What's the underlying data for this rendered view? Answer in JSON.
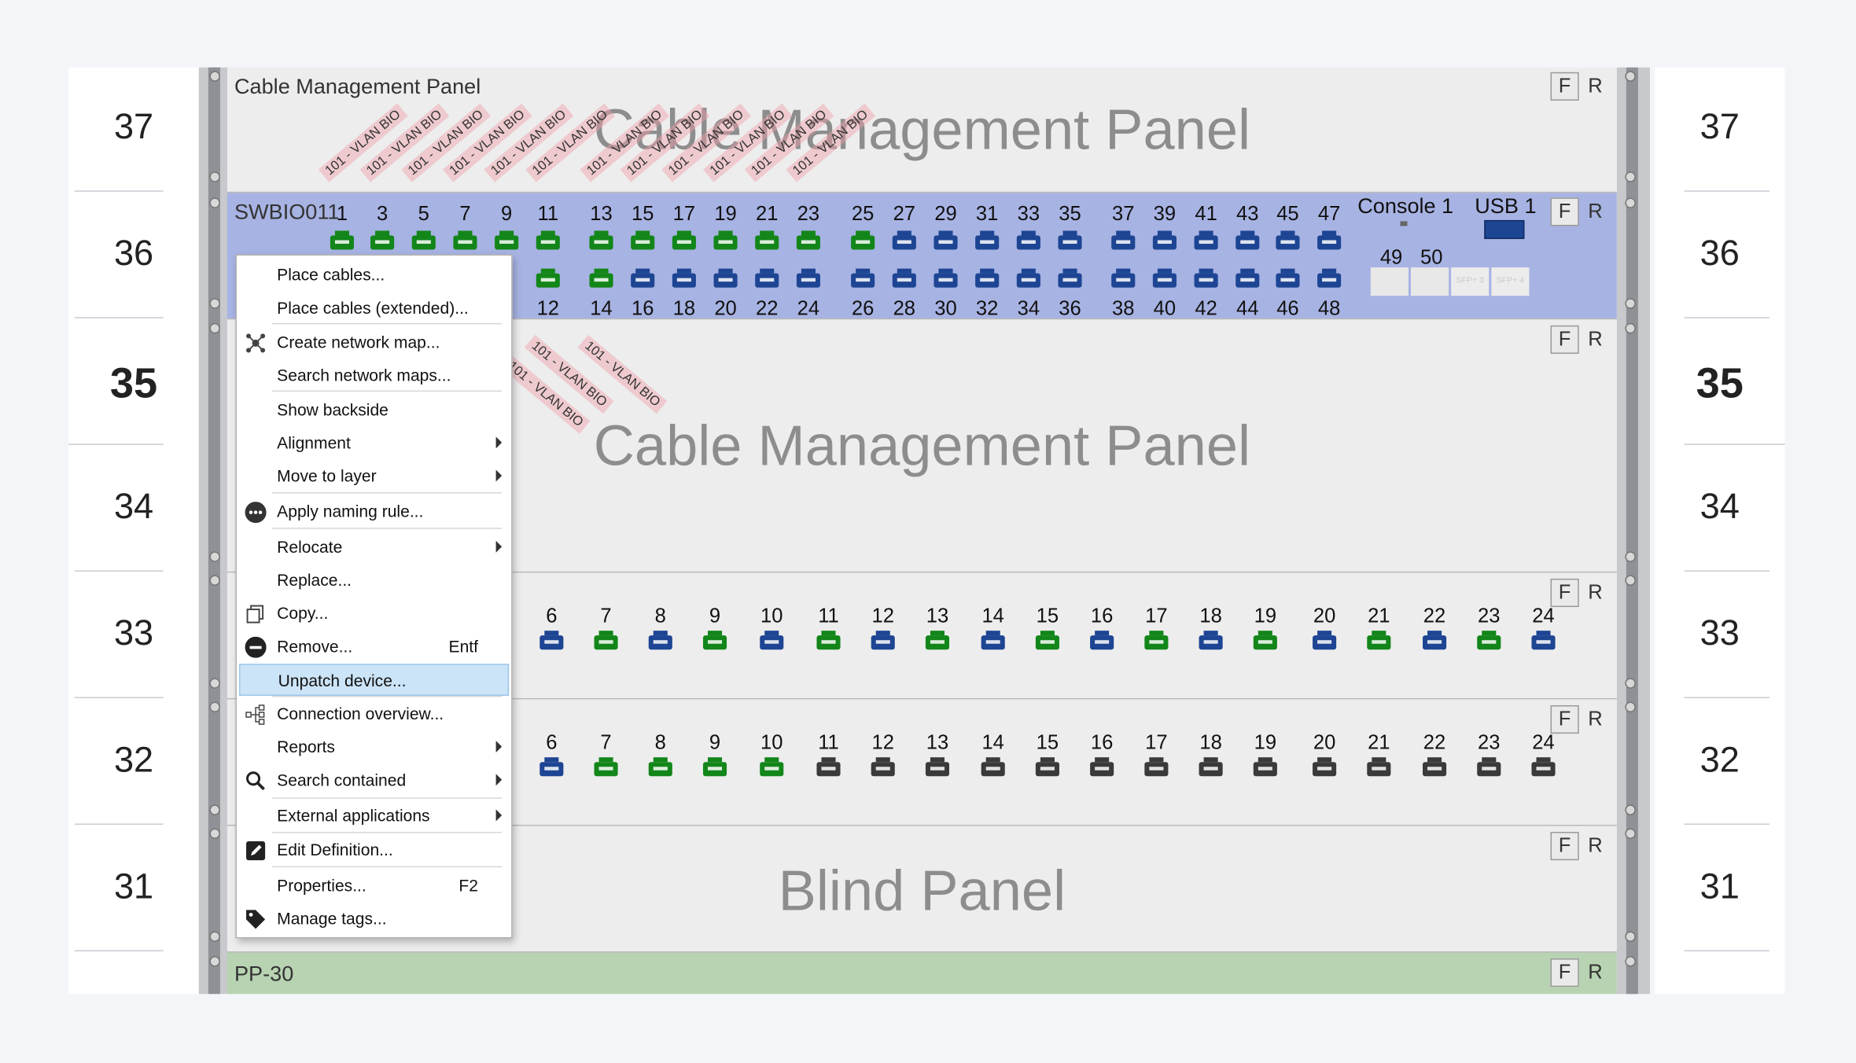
{
  "rack": {
    "units": [
      "37",
      "36",
      "35",
      "34",
      "33",
      "32",
      "31"
    ],
    "bold_unit": "35"
  },
  "devices": {
    "cmp_top": {
      "name": "Cable Management Panel",
      "big": "Cable Management Panel"
    },
    "switch": {
      "name": "SWBIO011",
      "console": "Console 1",
      "usb": "USB 1",
      "sfp": [
        "49",
        "50"
      ],
      "sfp_small": [
        "SFP+ 3",
        "SFP+ 4"
      ]
    },
    "cmp_mid": {
      "big": "Cable Management Panel"
    },
    "blind": {
      "big": "Blind Panel"
    },
    "pp30": {
      "name": "PP-30"
    },
    "face_front": "F",
    "face_rear": "R"
  },
  "vlan_tag": "101 - VLAN BIO",
  "switch_ports": {
    "top": [
      {
        "n": "1",
        "c": "green"
      },
      {
        "n": "3",
        "c": "green"
      },
      {
        "n": "5",
        "c": "green"
      },
      {
        "n": "7",
        "c": "green"
      },
      {
        "n": "9",
        "c": "green"
      },
      {
        "n": "11",
        "c": "green"
      },
      {
        "n": "13",
        "c": "green"
      },
      {
        "n": "15",
        "c": "green"
      },
      {
        "n": "17",
        "c": "green"
      },
      {
        "n": "19",
        "c": "green"
      },
      {
        "n": "21",
        "c": "green"
      },
      {
        "n": "23",
        "c": "green"
      },
      {
        "n": "25",
        "c": "green"
      },
      {
        "n": "27",
        "c": "blue"
      },
      {
        "n": "29",
        "c": "blue"
      },
      {
        "n": "31",
        "c": "blue"
      },
      {
        "n": "33",
        "c": "blue"
      },
      {
        "n": "35",
        "c": "blue"
      },
      {
        "n": "37",
        "c": "blue"
      },
      {
        "n": "39",
        "c": "blue"
      },
      {
        "n": "41",
        "c": "blue"
      },
      {
        "n": "43",
        "c": "blue"
      },
      {
        "n": "45",
        "c": "blue"
      },
      {
        "n": "47",
        "c": "blue"
      }
    ],
    "bottom": [
      {
        "n": "12",
        "c": "green"
      },
      {
        "n": "14",
        "c": "green"
      },
      {
        "n": "16",
        "c": "blue"
      },
      {
        "n": "18",
        "c": "blue"
      },
      {
        "n": "20",
        "c": "blue"
      },
      {
        "n": "22",
        "c": "blue"
      },
      {
        "n": "24",
        "c": "blue"
      },
      {
        "n": "26",
        "c": "blue"
      },
      {
        "n": "28",
        "c": "blue"
      },
      {
        "n": "30",
        "c": "blue"
      },
      {
        "n": "32",
        "c": "blue"
      },
      {
        "n": "34",
        "c": "blue"
      },
      {
        "n": "36",
        "c": "blue"
      },
      {
        "n": "38",
        "c": "blue"
      },
      {
        "n": "40",
        "c": "blue"
      },
      {
        "n": "42",
        "c": "blue"
      },
      {
        "n": "44",
        "c": "blue"
      },
      {
        "n": "46",
        "c": "blue"
      },
      {
        "n": "48",
        "c": "blue"
      }
    ]
  },
  "panel33_ports": [
    {
      "n": "6",
      "c": "blue"
    },
    {
      "n": "7",
      "c": "green"
    },
    {
      "n": "8",
      "c": "blue"
    },
    {
      "n": "9",
      "c": "green"
    },
    {
      "n": "10",
      "c": "blue"
    },
    {
      "n": "11",
      "c": "green"
    },
    {
      "n": "12",
      "c": "blue"
    },
    {
      "n": "13",
      "c": "green"
    },
    {
      "n": "14",
      "c": "blue"
    },
    {
      "n": "15",
      "c": "green"
    },
    {
      "n": "16",
      "c": "blue"
    },
    {
      "n": "17",
      "c": "green"
    },
    {
      "n": "18",
      "c": "blue"
    },
    {
      "n": "19",
      "c": "green"
    },
    {
      "n": "20",
      "c": "blue"
    },
    {
      "n": "21",
      "c": "green"
    },
    {
      "n": "22",
      "c": "blue"
    },
    {
      "n": "23",
      "c": "green"
    },
    {
      "n": "24",
      "c": "blue"
    }
  ],
  "panel32_ports": [
    {
      "n": "6",
      "c": "blue"
    },
    {
      "n": "7",
      "c": "green"
    },
    {
      "n": "8",
      "c": "green"
    },
    {
      "n": "9",
      "c": "green"
    },
    {
      "n": "10",
      "c": "green"
    },
    {
      "n": "11",
      "c": "gray"
    },
    {
      "n": "12",
      "c": "gray"
    },
    {
      "n": "13",
      "c": "gray"
    },
    {
      "n": "14",
      "c": "gray"
    },
    {
      "n": "15",
      "c": "gray"
    },
    {
      "n": "16",
      "c": "gray"
    },
    {
      "n": "17",
      "c": "gray"
    },
    {
      "n": "18",
      "c": "gray"
    },
    {
      "n": "19",
      "c": "gray"
    },
    {
      "n": "20",
      "c": "gray"
    },
    {
      "n": "21",
      "c": "gray"
    },
    {
      "n": "22",
      "c": "gray"
    },
    {
      "n": "23",
      "c": "gray"
    },
    {
      "n": "24",
      "c": "gray"
    }
  ],
  "colors": {
    "green": "#13861a",
    "blue": "#1d4593",
    "gray": "#3a3a3a",
    "switch_bg": "#a7b3e3",
    "pp_bg": "#b7d3b2",
    "highlight": "#cce4f7"
  },
  "menu": {
    "items": [
      {
        "label": "Place cables...",
        "icon": "",
        "shortcut": "",
        "sub": false
      },
      {
        "label": "Place cables (extended)...",
        "icon": "",
        "shortcut": "",
        "sub": false
      },
      {
        "label": "Create network map...",
        "icon": "network-map-icon",
        "shortcut": "",
        "sub": false
      },
      {
        "label": "Search network maps...",
        "icon": "",
        "shortcut": "",
        "sub": false
      },
      {
        "label": "Show backside",
        "icon": "",
        "shortcut": "",
        "sub": false
      },
      {
        "label": "Alignment",
        "icon": "",
        "shortcut": "",
        "sub": true
      },
      {
        "label": "Move to layer",
        "icon": "",
        "shortcut": "",
        "sub": true
      },
      {
        "label": "Apply naming rule...",
        "icon": "naming-rule-icon",
        "shortcut": "",
        "sub": false
      },
      {
        "label": "Relocate",
        "icon": "",
        "shortcut": "",
        "sub": true
      },
      {
        "label": "Replace...",
        "icon": "",
        "shortcut": "",
        "sub": false
      },
      {
        "label": "Copy...",
        "icon": "copy-icon",
        "shortcut": "",
        "sub": false
      },
      {
        "label": "Remove...",
        "icon": "remove-icon",
        "shortcut": "Entf",
        "sub": false
      },
      {
        "label": "Unpatch device...",
        "icon": "",
        "shortcut": "",
        "sub": false,
        "highlight": true
      },
      {
        "label": "Connection overview...",
        "icon": "connection-overview-icon",
        "shortcut": "",
        "sub": false
      },
      {
        "label": "Reports",
        "icon": "",
        "shortcut": "",
        "sub": true
      },
      {
        "label": "Search contained",
        "icon": "search-icon",
        "shortcut": "",
        "sub": true
      },
      {
        "label": "External applications",
        "icon": "",
        "shortcut": "",
        "sub": true
      },
      {
        "label": "Edit Definition...",
        "icon": "edit-icon",
        "shortcut": "",
        "sub": false
      },
      {
        "label": "Properties...",
        "icon": "",
        "shortcut": "F2",
        "sub": false
      },
      {
        "label": "Manage tags...",
        "icon": "tag-icon",
        "shortcut": "",
        "sub": false
      }
    ]
  }
}
